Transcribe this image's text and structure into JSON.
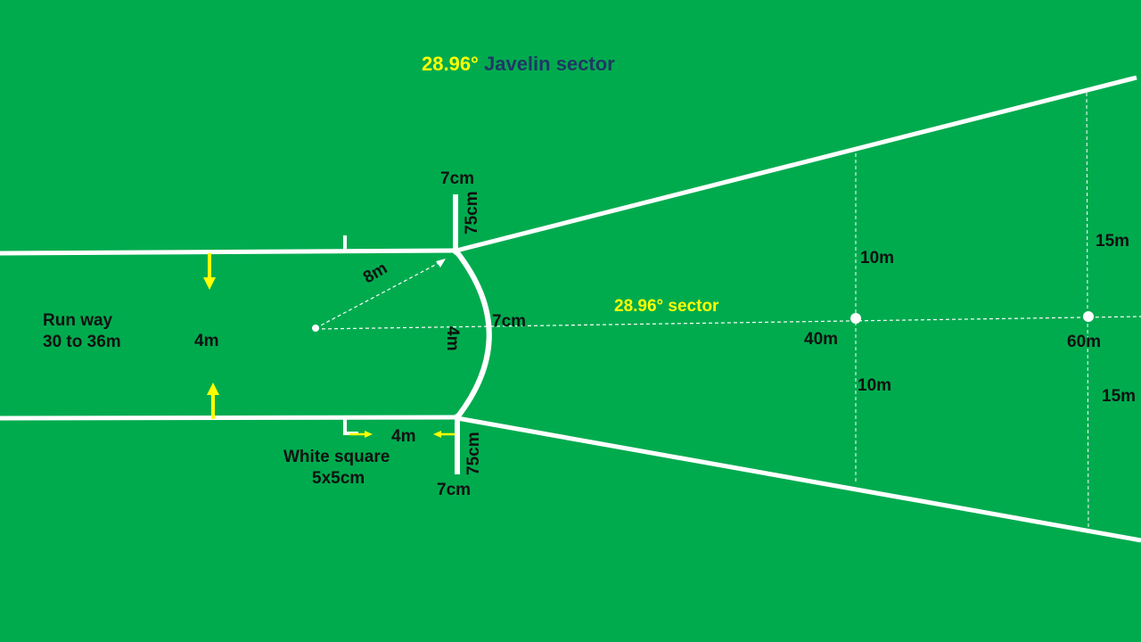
{
  "title": {
    "angle": "28.96°",
    "text": "Javelin sector"
  },
  "labels": {
    "top_board_width": "7cm",
    "top_board_length": "75cm",
    "bottom_board_width": "7cm",
    "bottom_board_length": "75cm",
    "radius": "8m",
    "arc_width": "7cm",
    "arc_chord": "4m",
    "runway_title": "Run way",
    "runway_length": "30 to 36m",
    "runway_width": "4m",
    "marker_gap": "4m",
    "white_square": "White square",
    "white_square_size": "5x5cm",
    "sector_angle": "28.96° sector",
    "dist_40": "40m",
    "dist_60": "60m",
    "half_10_top": "10m",
    "half_10_bottom": "10m",
    "half_15_top": "15m",
    "half_15_bottom": "15m"
  },
  "colors": {
    "background": "#00AB4E",
    "lines": "#FFFFFF",
    "accent": "#FFFF00",
    "title_text": "#1F3864",
    "label_text": "#111111"
  }
}
